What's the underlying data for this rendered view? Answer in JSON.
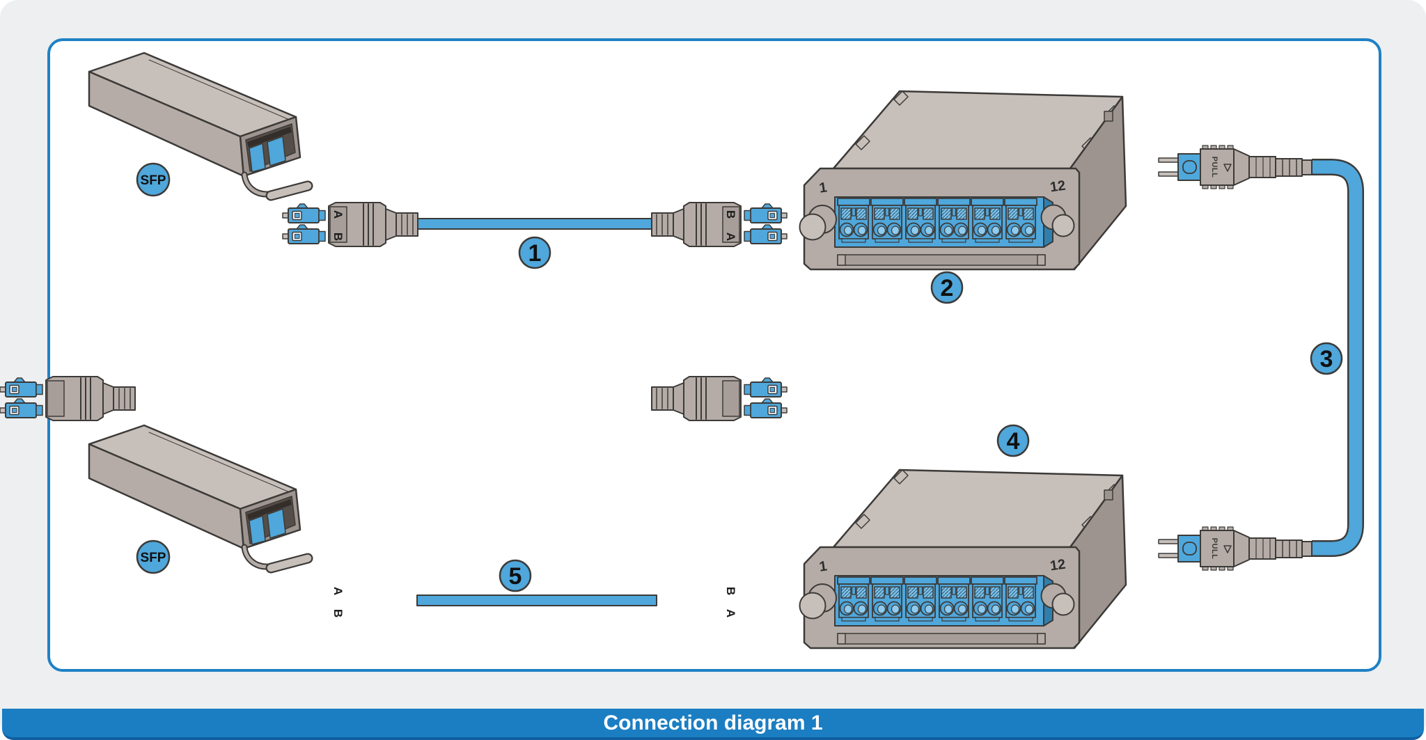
{
  "caption": "Connection diagram 1",
  "callouts": [
    {
      "label": "1"
    },
    {
      "label": "2"
    },
    {
      "label": "3"
    },
    {
      "label": "4"
    },
    {
      "label": "5"
    }
  ],
  "sfp": {
    "top": "SFP",
    "bottom": "SFP"
  },
  "connectors": {
    "top_left": {
      "upper": "A",
      "lower": "B"
    },
    "top_right": {
      "upper": "B",
      "lower": "A"
    },
    "bottom_left": {
      "upper": "A",
      "lower": "B"
    },
    "bottom_right": {
      "upper": "B",
      "lower": "A"
    }
  },
  "cassettes": {
    "top": {
      "first_port": "1",
      "last_port": "12"
    },
    "bottom": {
      "first_port": "1",
      "last_port": "12"
    }
  },
  "mpo": {
    "top_pull": "PULL",
    "bottom_pull": "PULL"
  },
  "colors": {
    "accent": "#1e81c4",
    "caption_bg": "#1b7ec3",
    "blue": "#4fa7db",
    "blue_dark": "#2f7fae",
    "gray": "#b5aca7",
    "gray_dark": "#9e948f",
    "gray_light": "#c7bfba",
    "outline": "#3c3a38",
    "background": "#edeff1",
    "panel": "#ffffff"
  }
}
